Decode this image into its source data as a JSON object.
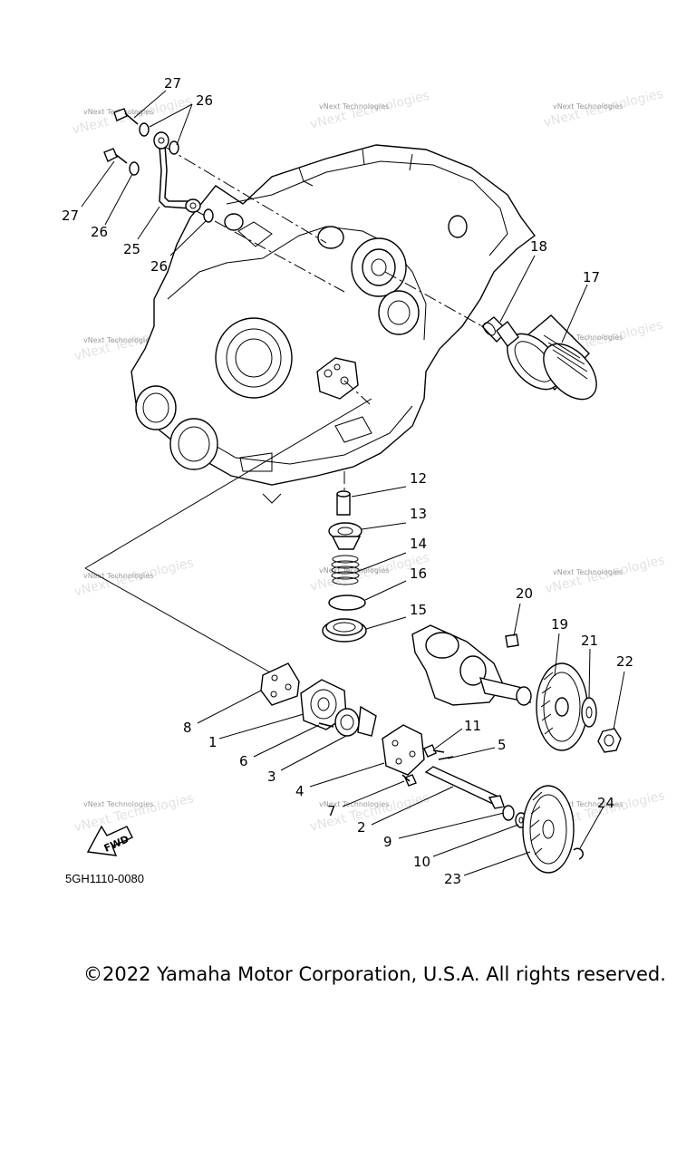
{
  "diagram": {
    "part_code": "5GH1110-0080",
    "fwd_label": "FWD",
    "copyright": "©2022 Yamaha Motor Corporation, U.S.A. All rights reserved.",
    "watermark": "vNext Technologies",
    "callouts": {
      "c1": "1",
      "c2": "2",
      "c3": "3",
      "c4": "4",
      "c5": "5",
      "c6": "6",
      "c7": "7",
      "c8": "8",
      "c9": "9",
      "c10": "10",
      "c11": "11",
      "c12": "12",
      "c13": "13",
      "c14": "14",
      "c15": "15",
      "c16": "16",
      "c17": "17",
      "c18": "18",
      "c19": "19",
      "c20": "20",
      "c21": "21",
      "c22": "22",
      "c23": "23",
      "c24": "24",
      "c25": "25",
      "c26a": "26",
      "c26b": "26",
      "c26c": "26",
      "c27a": "27",
      "c27b": "27"
    }
  }
}
